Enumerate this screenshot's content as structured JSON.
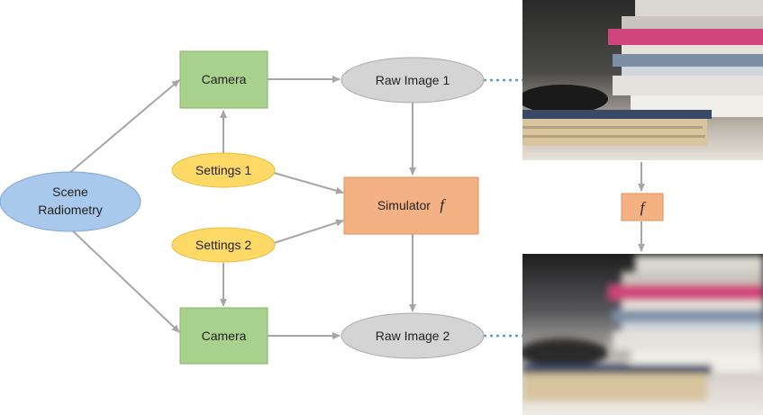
{
  "nodes": {
    "scene_line1": "Scene",
    "scene_line2": "Radiometry",
    "camera_top": "Camera",
    "camera_bottom": "Camera",
    "settings1": "Settings 1",
    "settings2": "Settings 2",
    "raw1": "Raw Image 1",
    "raw2": "Raw Image 2",
    "simulator": "Simulator",
    "f_symbol": "f",
    "f_small": "f"
  },
  "colors": {
    "ellipse_blue": "#a9c9ec",
    "ellipse_blue_stroke": "#7ea6d6",
    "camera_green": "#a9d18e",
    "camera_green_stroke": "#82b266",
    "settings_yellow": "#ffd966",
    "settings_yellow_stroke": "#e8bd3a",
    "raw_gray": "#d4d4d4",
    "raw_gray_stroke": "#aaaaaa",
    "simulator_orange": "#f4b183",
    "simulator_orange_stroke": "#e0905c",
    "arrow_gray": "#a6a6a6",
    "dotted_blue": "#5b9bd5"
  },
  "images": {
    "top_photo": "sharp-photo-of-book-stack",
    "bottom_photo": "blurred-photo-of-book-stack"
  }
}
